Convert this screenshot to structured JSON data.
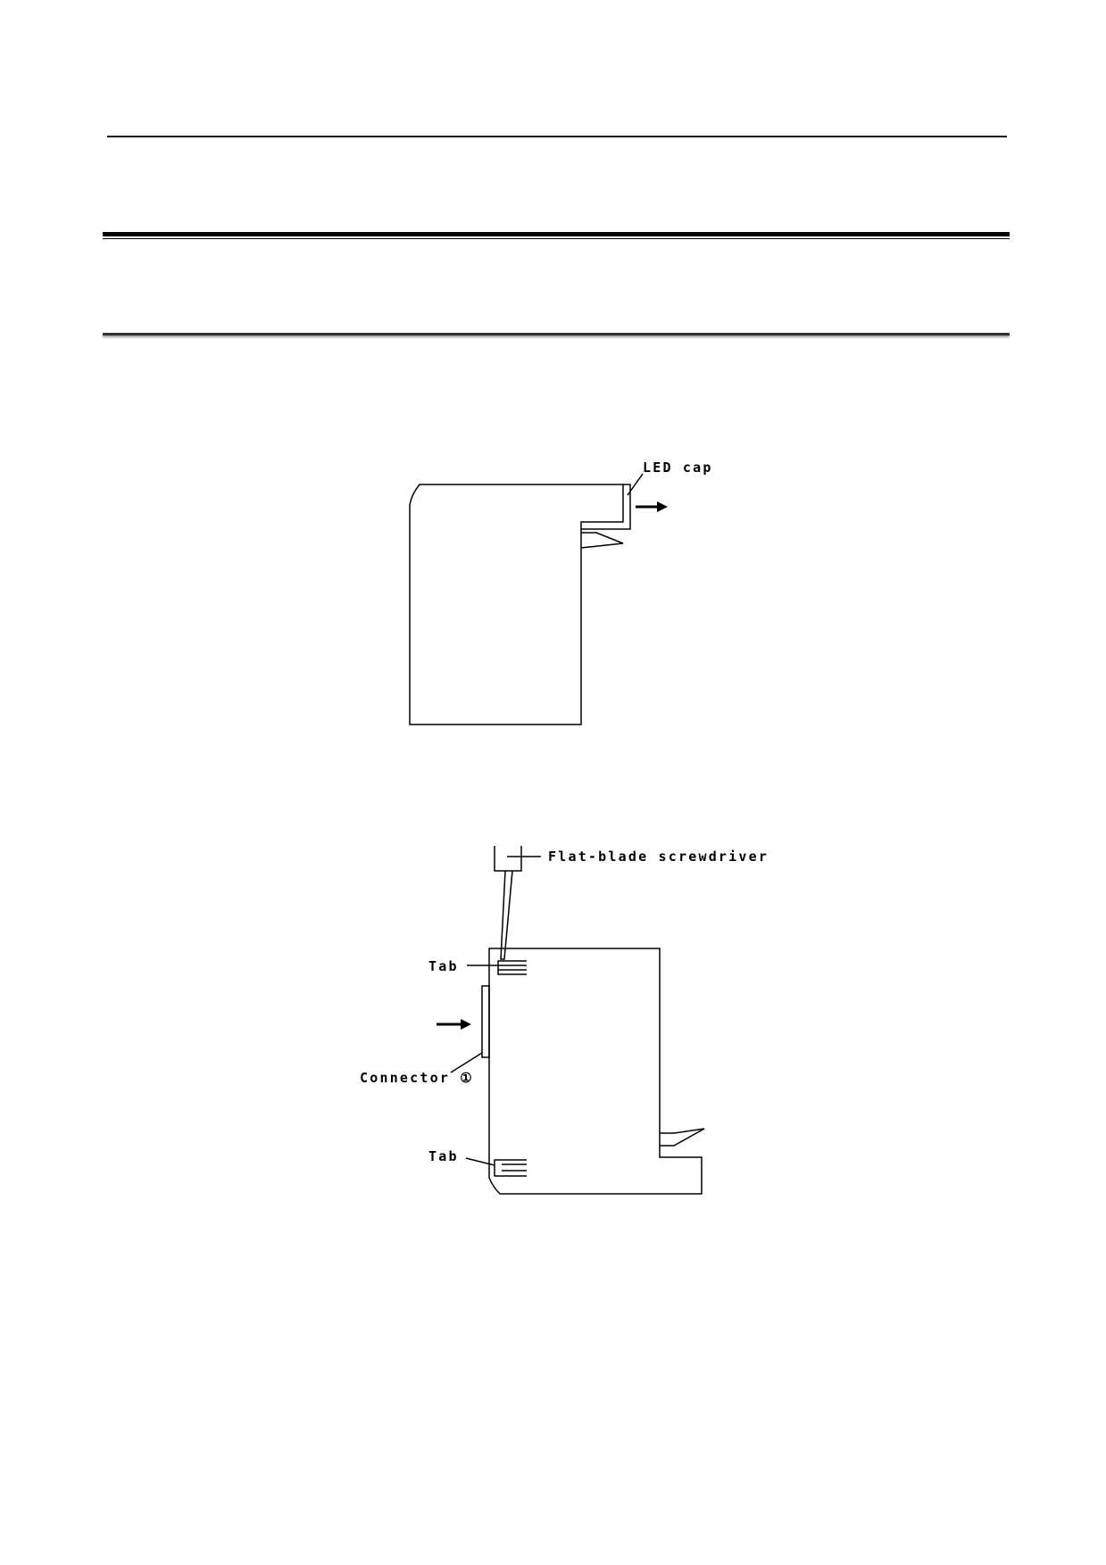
{
  "header": {
    "section_title": ""
  },
  "figure1": {
    "labels": {
      "led_cap": "LED cap"
    }
  },
  "figure2": {
    "labels": {
      "screwdriver": "Flat-blade screwdriver",
      "tab_top": "Tab",
      "connector": "Connector ①",
      "tab_bottom": "Tab"
    }
  }
}
